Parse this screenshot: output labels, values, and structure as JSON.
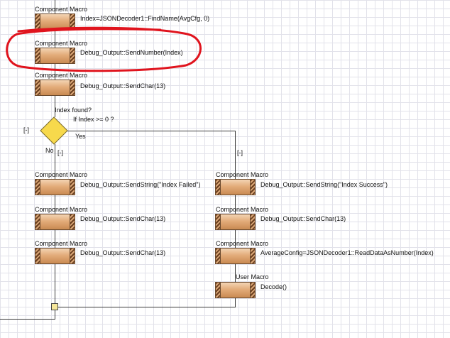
{
  "canvas": {
    "background": "#ffffff",
    "grid_color": "#e2e2ea",
    "annotation_color": "#e0141e"
  },
  "flow": {
    "top_macro": {
      "kind": "Component Macro",
      "text": "Index=JSONDecoder1::FindName(AvgCfg, 0)"
    },
    "send_number": {
      "kind": "Component Macro",
      "text": "Debug_Output::SendNumber(Index)"
    },
    "send_char_13": {
      "kind": "Component Macro",
      "text": "Debug_Output::SendChar(13)"
    },
    "decision": {
      "title": "Index found?",
      "condition": "If  Index >= 0 ?",
      "collapse": "[-]",
      "yes": "Yes",
      "no": "No"
    },
    "no_branch": {
      "collapse": "[-]",
      "blocks": [
        {
          "kind": "Component Macro",
          "text": "Debug_Output::SendString(\"Index Failed\")"
        },
        {
          "kind": "Component Macro",
          "text": "Debug_Output::SendChar(13)"
        },
        {
          "kind": "Component Macro",
          "text": "Debug_Output::SendChar(13)"
        }
      ]
    },
    "yes_branch": {
      "collapse": "[-]",
      "blocks": [
        {
          "kind": "Component Macro",
          "text": "Debug_Output::SendString(\"Index Success\")"
        },
        {
          "kind": "Component Macro",
          "text": "Debug_Output::SendChar(13)"
        },
        {
          "kind": "Component Macro",
          "text": "AverageConfig=JSONDecoder1::ReadDataAsNumber(Index)"
        },
        {
          "kind": "User Macro",
          "text": "Decode()"
        }
      ]
    }
  }
}
